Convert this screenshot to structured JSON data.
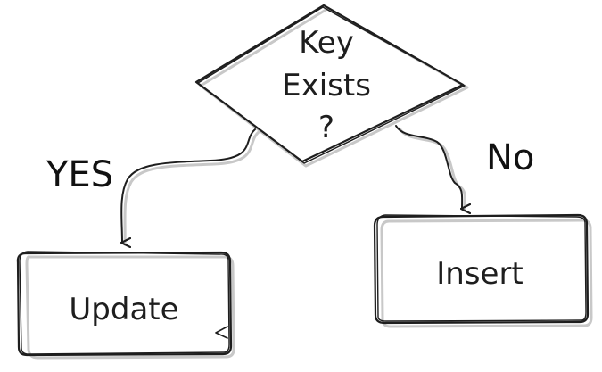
{
  "nodes": {
    "decision": {
      "line1": "Key",
      "line2": "Exists",
      "line3": "?"
    },
    "update": {
      "label": "Update"
    },
    "insert": {
      "label": "Insert"
    }
  },
  "edges": {
    "yes": {
      "label": "YES"
    },
    "no": {
      "label": "No"
    }
  },
  "colors": {
    "stroke": "#1e1e1e",
    "shadow": "#c8c8c8",
    "background": "#ffffff"
  }
}
